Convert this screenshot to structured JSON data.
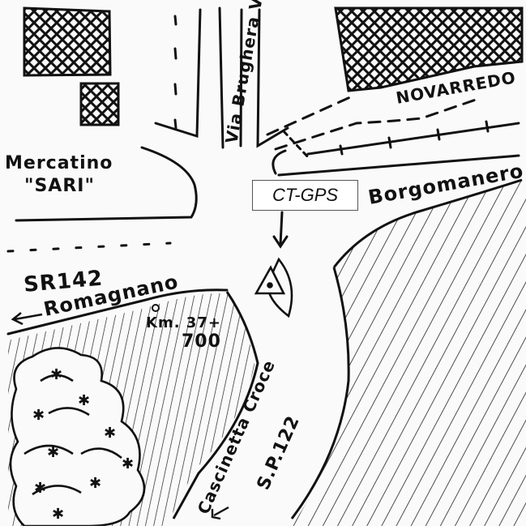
{
  "map": {
    "labels": {
      "mercatino_line1": "Mercatino",
      "mercatino_line2": "\"SARI\"",
      "via_brughera": "Via Brughera V",
      "novarredo": "NOVARREDO",
      "borgomanero": "Borgomanero",
      "sr142": "SR142",
      "romagnano": "Romagnano",
      "km_line1": "Km. 37+",
      "km_line2": "700",
      "cascinetta_croce": "Cascinetta Croce",
      "sp122": "S.P.122"
    },
    "gps_marker": {
      "label": "CT-GPS"
    }
  }
}
